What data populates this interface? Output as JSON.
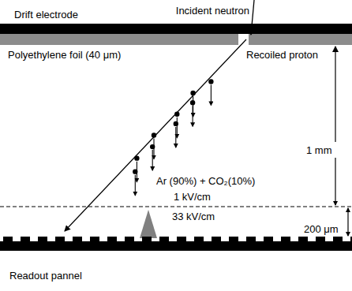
{
  "diagram": {
    "labels": [
      "Incident neutron",
      "Drift electrode",
      "Polyethylene foil (40 μm)",
      "Recoiled proton",
      "1 mm",
      "Ar (90%) + CO₂(10%)",
      "1 kV/cm",
      "33 kV/cm",
      "200 μm",
      "Readout pannel"
    ]
  }
}
